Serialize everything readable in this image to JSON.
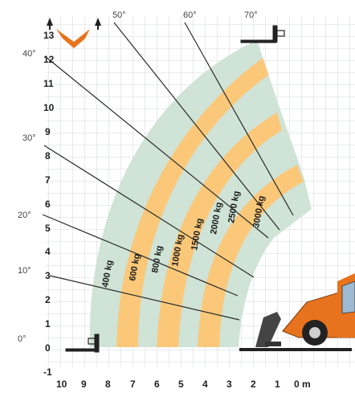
{
  "chart_data": {
    "type": "load-chart",
    "angle_labels": [
      "0°",
      "10°",
      "20°",
      "30°",
      "40°",
      "50°",
      "60°",
      "70°"
    ],
    "y_tick_labels": [
      "-1",
      "0",
      "1",
      "2",
      "3",
      "4",
      "5",
      "6",
      "7",
      "8",
      "9",
      "10",
      "11",
      "12",
      "13"
    ],
    "x_tick_labels": [
      "10",
      "9",
      "8",
      "7",
      "6",
      "5",
      "4",
      "3",
      "2",
      "1",
      "0 m"
    ],
    "zone_labels": [
      "400 kg",
      "600 kg",
      "800 kg",
      "1000 kg",
      "1500 kg",
      "2000 kg",
      "2500 kg",
      "3000 kg"
    ],
    "colors": {
      "zone_orange": "#fbc87a",
      "zone_teal": "#cfe3d6",
      "grid": "#c6ccd2",
      "line": "#2a2a2a",
      "machine_orange": "#e8731e"
    }
  }
}
